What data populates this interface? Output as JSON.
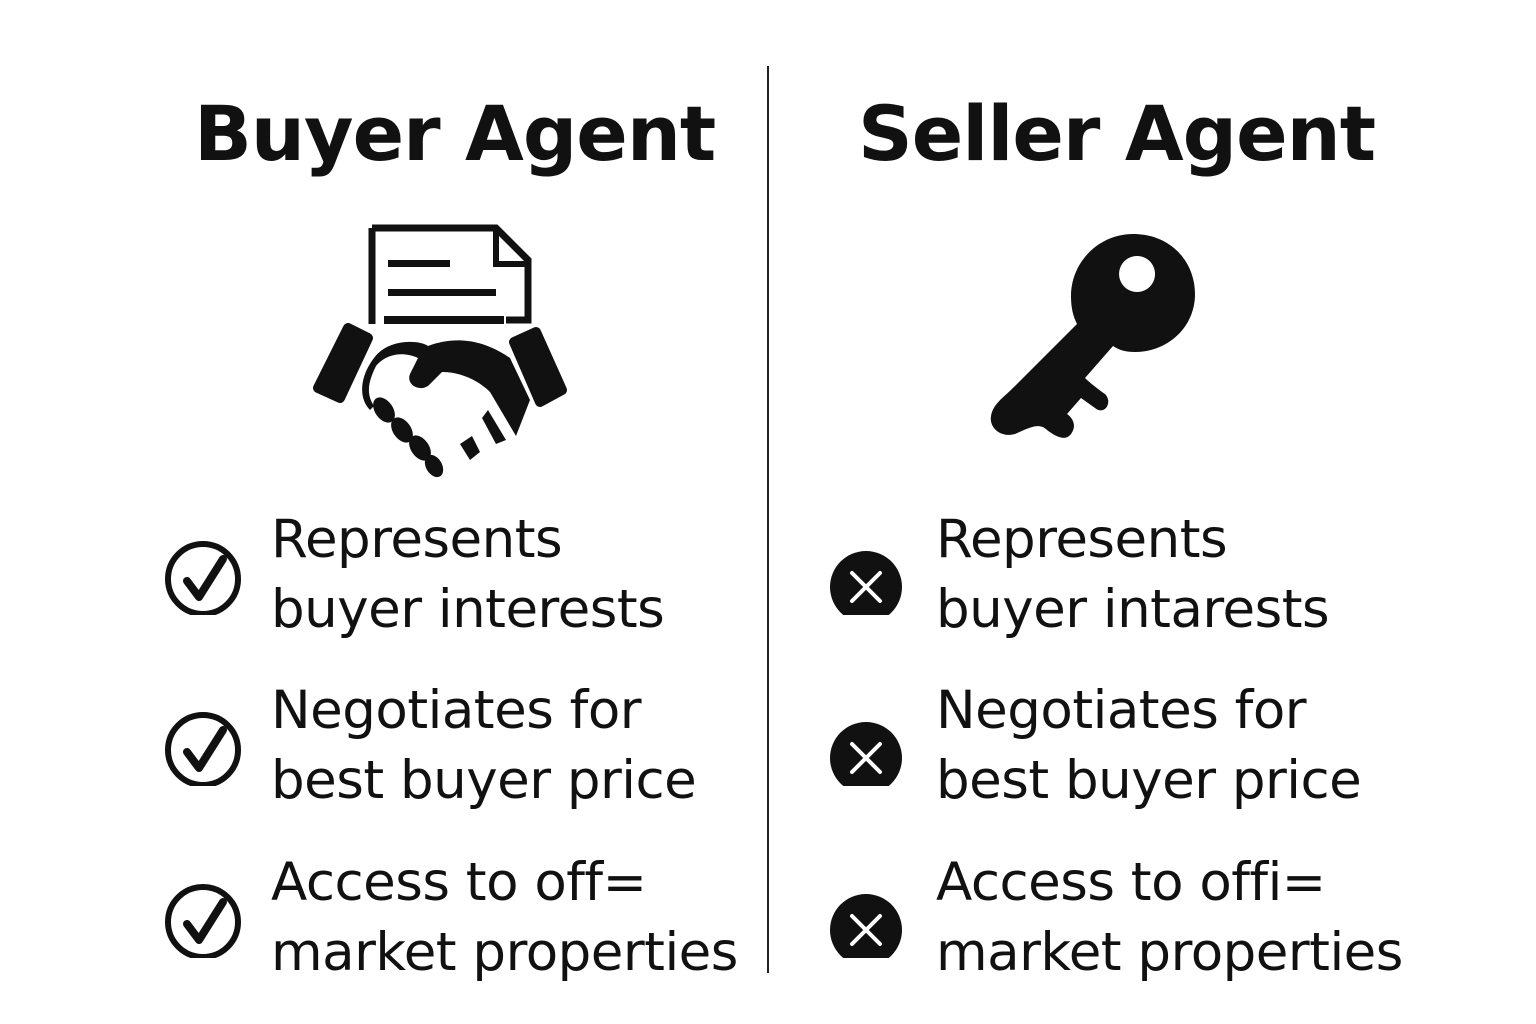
{
  "comparison": {
    "left": {
      "title": "Buyer Agent",
      "icon": "handshake-document-icon",
      "status_icon": "check-circle-outline-icon",
      "items": [
        {
          "label": "Represents\nbuyer interests",
          "status": "yes"
        },
        {
          "label": "Negotiates for\nbest buyer price",
          "status": "yes"
        },
        {
          "label": "Access to off=\nmarket properties",
          "status": "yes"
        }
      ]
    },
    "right": {
      "title": "Seller Agent",
      "icon": "key-icon",
      "status_icon": "x-circle-filled-icon",
      "items": [
        {
          "label": "Represents\nbuyer intarests",
          "status": "no"
        },
        {
          "label": "Negotiates for\nbest buyer price",
          "status": "no"
        },
        {
          "label": "Access to offi=\nmarket properties",
          "status": "no"
        }
      ]
    }
  },
  "colors": {
    "background": "#ffffff",
    "ink": "#111111"
  }
}
